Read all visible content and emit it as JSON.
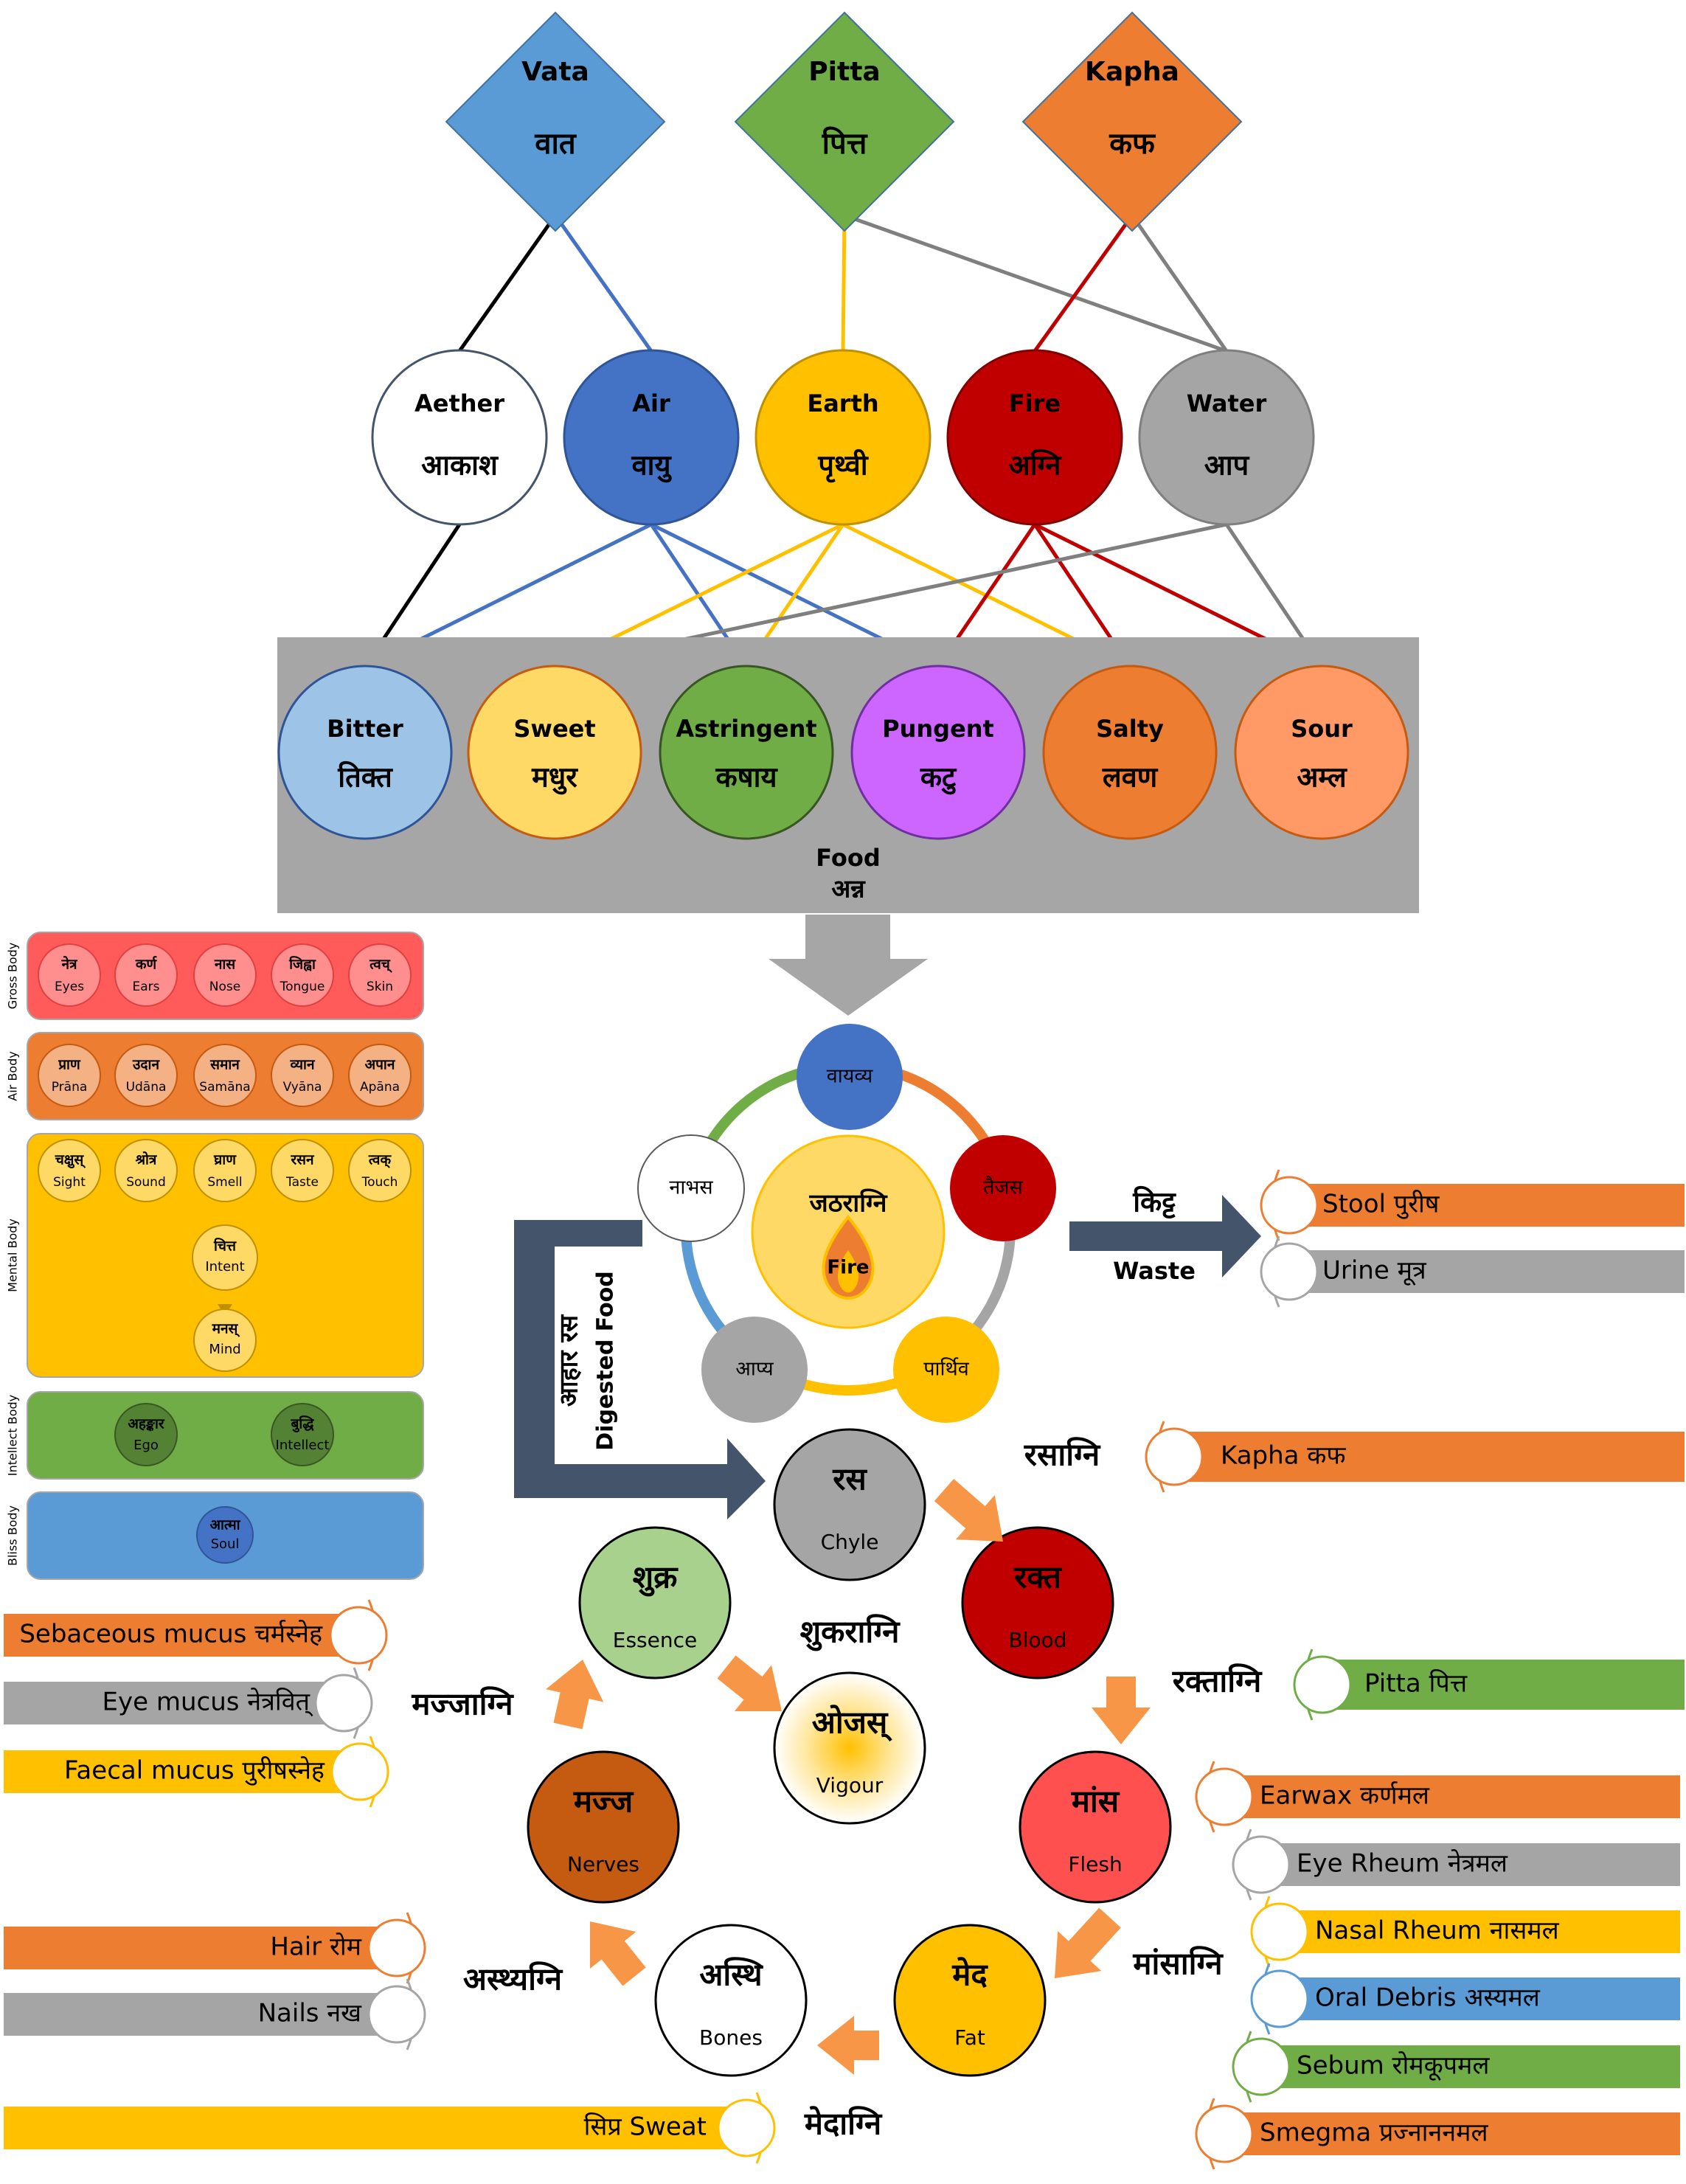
{
  "doshas": [
    {
      "id": "vata",
      "name": "Vata",
      "dev": "वात",
      "color": "#5B9BD5"
    },
    {
      "id": "pitta",
      "name": "Pitta",
      "dev": "पित्त",
      "color": "#70AD47"
    },
    {
      "id": "kapha",
      "name": "Kapha",
      "dev": "कफ",
      "color": "#ED7D31"
    }
  ],
  "elements": [
    {
      "id": "aether",
      "name": "Aether",
      "dev": "आकाश",
      "fill": "#FFFFFF",
      "stroke": "#44546A",
      "text": "#000000"
    },
    {
      "id": "air",
      "name": "Air",
      "dev": "वायु",
      "fill": "#4472C4",
      "stroke": "#2F5597",
      "text": "#000000"
    },
    {
      "id": "earth",
      "name": "Earth",
      "dev": "पृथ्वी",
      "fill": "#FFC000",
      "stroke": "#BF9000",
      "text": "#000000"
    },
    {
      "id": "fire",
      "name": "Fire",
      "dev": "अग्नि",
      "fill": "#C00000",
      "stroke": "#800000",
      "text": "#000000"
    },
    {
      "id": "water",
      "name": "Water",
      "dev": "आप",
      "fill": "#A5A5A5",
      "stroke": "#7F7F7F",
      "text": "#000000"
    }
  ],
  "tastes": [
    {
      "id": "bitter",
      "name": "Bitter",
      "dev": "तिक्त",
      "fill": "#9DC3E6",
      "stroke": "#2F5597"
    },
    {
      "id": "sweet",
      "name": "Sweet",
      "dev": "मधुर",
      "fill": "#FFD966",
      "stroke": "#C55A11"
    },
    {
      "id": "astringent",
      "name": "Astringent",
      "dev": "कषाय",
      "fill": "#70AD47",
      "stroke": "#375623"
    },
    {
      "id": "pungent",
      "name": "Pungent",
      "dev": "कटु",
      "fill": "#CC66FF",
      "stroke": "#7030A0"
    },
    {
      "id": "salty",
      "name": "Salty",
      "dev": "लवण",
      "fill": "#ED7D31",
      "stroke": "#C55A11"
    },
    {
      "id": "sour",
      "name": "Sour",
      "dev": "अम्ल",
      "fill": "#FF9966",
      "stroke": "#C55A11"
    }
  ],
  "food": {
    "label": "Food",
    "dev": "अन्न"
  },
  "bodies": {
    "gross": {
      "title": "Gross Body",
      "items": [
        {
          "dev": "नेत्र",
          "en": "Eyes"
        },
        {
          "dev": "कर्ण",
          "en": "Ears"
        },
        {
          "dev": "नास",
          "en": "Nose"
        },
        {
          "dev": "जिह्वा",
          "en": "Tongue"
        },
        {
          "dev": "त्वच्",
          "en": "Skin"
        }
      ]
    },
    "air": {
      "title": "Air Body",
      "items": [
        {
          "dev": "प्राण",
          "en": "Prāna"
        },
        {
          "dev": "उदान",
          "en": "Udāna"
        },
        {
          "dev": "समान",
          "en": "Samāna"
        },
        {
          "dev": "व्यान",
          "en": "Vyāna"
        },
        {
          "dev": "अपान",
          "en": "Apāna"
        }
      ]
    },
    "mental": {
      "title": "Mental Body",
      "items": [
        {
          "dev": "चक्षुस्",
          "en": "Sight"
        },
        {
          "dev": "श्रोत्र",
          "en": "Sound"
        },
        {
          "dev": "घ्राण",
          "en": "Smell"
        },
        {
          "dev": "रसन",
          "en": "Taste"
        },
        {
          "dev": "त्वक्",
          "en": "Touch"
        }
      ],
      "intent": {
        "dev": "चित्त",
        "en": "Intent"
      },
      "mind": {
        "dev": "मनस्",
        "en": "Mind"
      }
    },
    "intellect": {
      "title": "Intellect Body",
      "items": [
        {
          "dev": "अहङ्कार",
          "en": "Ego"
        },
        {
          "dev": "बुद्धि",
          "en": "Intellect"
        }
      ]
    },
    "bliss": {
      "title": "Bliss Body",
      "items": [
        {
          "dev": "आत्मा",
          "en": "Soul"
        }
      ]
    }
  },
  "agni": {
    "center": {
      "dev": "जठराग्नि",
      "en": "Fire"
    },
    "satellites": [
      {
        "id": "vayavya",
        "dev": "वायव्य",
        "fill": "#4472C4"
      },
      {
        "id": "taijasa",
        "dev": "तैजस",
        "fill": "#C00000"
      },
      {
        "id": "parthiva",
        "dev": "पार्थिव",
        "fill": "#FFC000"
      },
      {
        "id": "apya",
        "dev": "आप्य",
        "fill": "#A5A5A5"
      },
      {
        "id": "nabhasa",
        "dev": "नाभस",
        "fill": "#FFFFFF"
      }
    ]
  },
  "waste": {
    "dev": "किट्ट",
    "en": "Waste",
    "items": [
      {
        "label": "Stool पुरीष",
        "color": "#ED7D31"
      },
      {
        "label": "Urine मूत्र",
        "color": "#A5A5A5"
      }
    ]
  },
  "digested": {
    "dev": "आहार रस",
    "en": "Digested Food"
  },
  "dhatus": [
    {
      "id": "rasa",
      "dev": "रस",
      "en": "Chyle",
      "fill": "#A5A5A5"
    },
    {
      "id": "rakta",
      "dev": "रक्त",
      "en": "Blood",
      "fill": "#C00000"
    },
    {
      "id": "mamsa",
      "dev": "मांस",
      "en": "Flesh",
      "fill": "#FF5050"
    },
    {
      "id": "meda",
      "dev": "मेद",
      "en": "Fat",
      "fill": "#FFC000"
    },
    {
      "id": "asthi",
      "dev": "अस्थि",
      "en": "Bones",
      "fill": "#FFFFFF"
    },
    {
      "id": "majja",
      "dev": "मज्ज",
      "en": "Nerves",
      "fill": "#C55A11"
    },
    {
      "id": "shukra",
      "dev": "शुक्र",
      "en": "Essence",
      "fill": "#A9D18E"
    },
    {
      "id": "ojas",
      "dev": "ओजस्",
      "en": "Vigour",
      "fill": "#FFE699"
    }
  ],
  "agnis": {
    "rasa": "रसाग्नि",
    "rakta": "रक्ताग्नि",
    "mamsa": "मांसाग्नि",
    "meda": "मेदाग्नि",
    "asthi": "अस्थ्यग्नि",
    "majja": "मज्जाग्नि",
    "shukra": "शुकराग्नि"
  },
  "malas": {
    "rasa": [
      {
        "label": "Kapha कफ",
        "color": "#ED7D31"
      }
    ],
    "rakta": [
      {
        "label": "Pitta पित्त",
        "color": "#70AD47"
      }
    ],
    "mamsa": [
      {
        "label": "Earwax कर्णमल",
        "color": "#ED7D31"
      },
      {
        "label": "Eye Rheum नेत्रमल",
        "color": "#A5A5A5"
      },
      {
        "label": "Nasal Rheum नासमल",
        "color": "#FFC000"
      },
      {
        "label": "Oral Debris अस्यमल",
        "color": "#5B9BD5"
      },
      {
        "label": "Sebum रोमकूपमल",
        "color": "#70AD47"
      },
      {
        "label": "Smegma प्रज्नाननमल",
        "color": "#ED7D31"
      }
    ],
    "meda": [
      {
        "label": "सिप्र Sweat",
        "color": "#FFC000"
      }
    ],
    "asthi": [
      {
        "label": "Hair रोम",
        "color": "#ED7D31"
      },
      {
        "label": "Nails नख",
        "color": "#A5A5A5"
      }
    ],
    "majja": [
      {
        "label": "Sebaceous mucus चर्मस्नेह",
        "color": "#ED7D31"
      },
      {
        "label": "Eye mucus नेत्रवित्",
        "color": "#A5A5A5"
      },
      {
        "label": "Faecal mucus पुरीषस्नेह",
        "color": "#FFC000"
      }
    ]
  }
}
